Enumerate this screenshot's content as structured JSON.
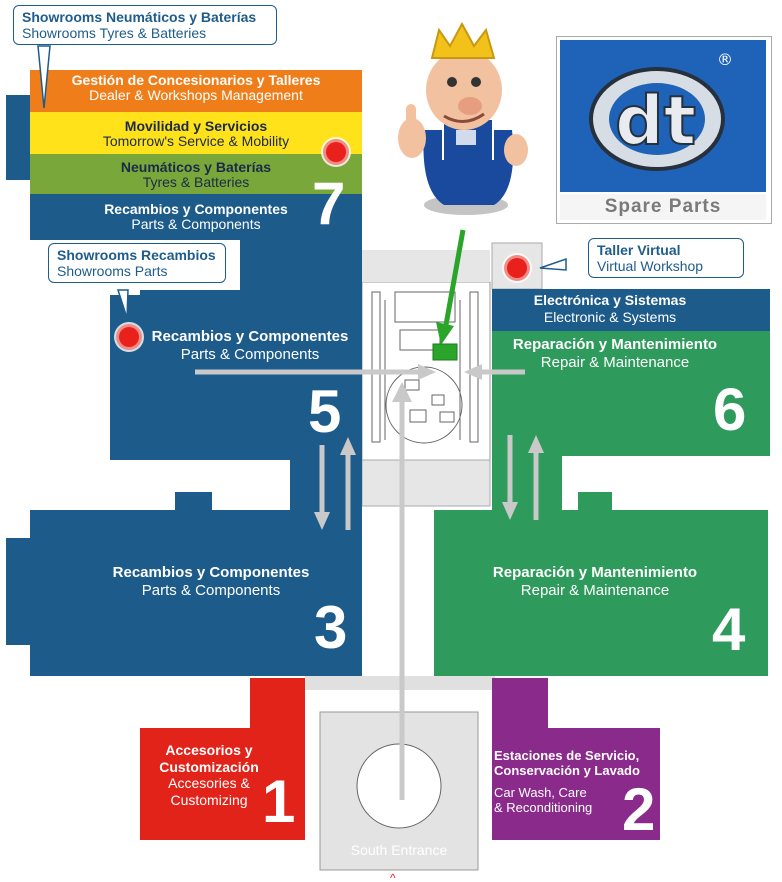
{
  "colors": {
    "blue": "#1d5b8a",
    "green": "#2e9b5c",
    "red": "#e2231a",
    "purple": "#8a2a8a",
    "orange": "#ef7e1a",
    "yellow": "#ffe21a",
    "olive": "#79a73a",
    "grey_path": "#c8c8c8",
    "marker": "#e8211d"
  },
  "callouts": {
    "showrooms_tyres": {
      "es": "Showrooms Neumáticos y Baterías",
      "en": "Showrooms Tyres & Batteries"
    },
    "showrooms_parts": {
      "es": "Showrooms Recambios",
      "en": "Showrooms Parts"
    },
    "virtual_workshop": {
      "es": "Taller Virtual",
      "en": "Virtual Workshop"
    }
  },
  "hall7": {
    "number": "7",
    "bands": [
      {
        "es": "Gestión de Concesionarios y Talleres",
        "en": "Dealer & Workshops Management"
      },
      {
        "es": "Movilidad y Servicios",
        "en": "Tomorrow's Service & Mobility"
      },
      {
        "es": "Neumáticos y Baterías",
        "en": "Tyres & Batteries"
      },
      {
        "es": "Recambios y Componentes",
        "en": "Parts & Components"
      }
    ]
  },
  "halls": {
    "h5": {
      "number": "5",
      "es": "Recambios y Componentes",
      "en": "Parts & Components"
    },
    "h6": {
      "number": "6",
      "es": "Reparación y Mantenimiento",
      "en": "Repair & Maintenance",
      "top_es": "Electrónica y Sistemas",
      "top_en": "Electronic & Systems"
    },
    "h3": {
      "number": "3",
      "es": "Recambios y Componentes",
      "en": "Parts & Components"
    },
    "h4": {
      "number": "4",
      "es": "Reparación y Mantenimiento",
      "en": "Repair & Maintenance"
    },
    "h1": {
      "number": "1",
      "es1": "Accesorios y",
      "es2": "Customización",
      "en1": "Accesories &",
      "en2": "Customizing"
    },
    "h2": {
      "number": "2",
      "es1": "Estaciones de Servicio,",
      "es2": "Conservación y Lavado",
      "en1": "Car Wash, Care",
      "en2": "& Reconditioning"
    }
  },
  "entrance": {
    "label": "South Entrance"
  },
  "logo": {
    "brand": "dt",
    "subtitle": "Spare Parts",
    "registered": "®"
  },
  "mascot": {
    "icon": "king-mascot-thumbs-up"
  }
}
